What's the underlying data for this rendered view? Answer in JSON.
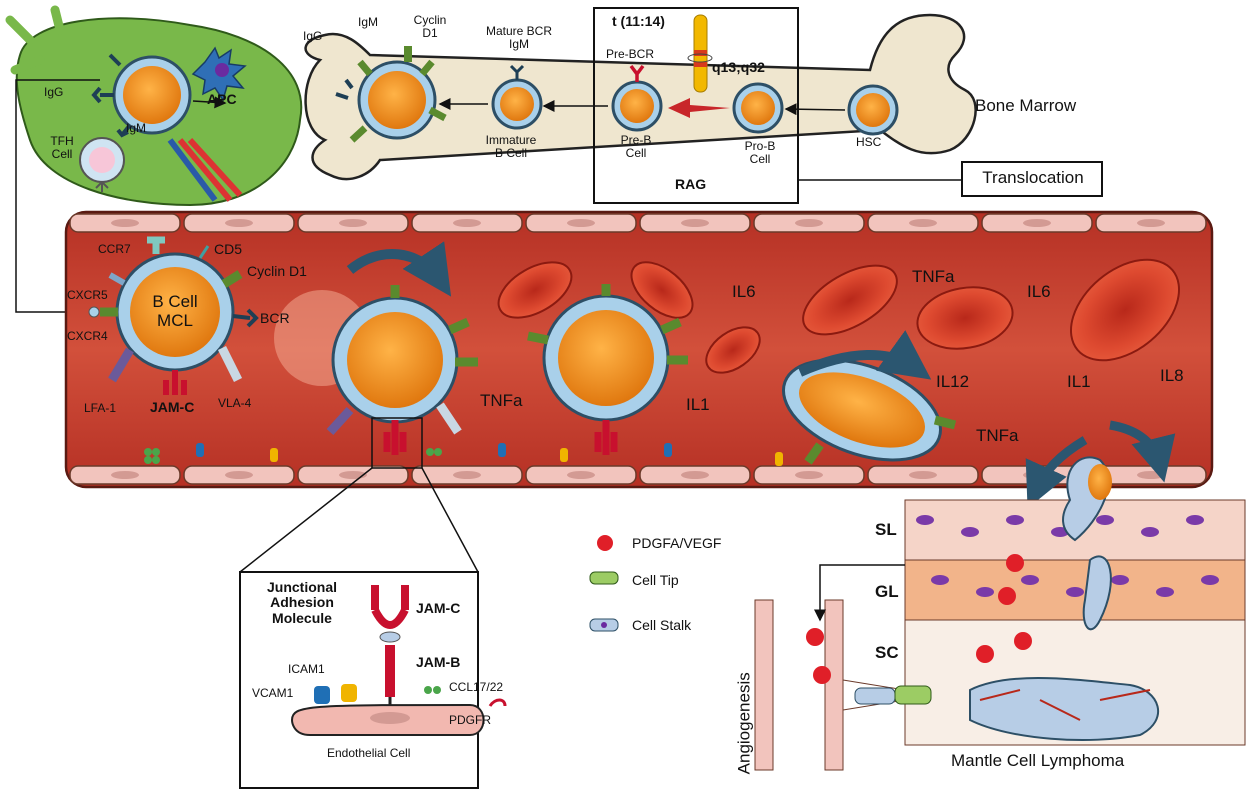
{
  "bone": {
    "ig_g": "IgG",
    "ig_m": "IgM",
    "cyclin_d1": "Cyclin\nD1",
    "mature_bcr": "Mature BCR\nIgM",
    "immature": "Immature\nB Cell",
    "pre_bcr": "Pre-BCR",
    "pre_b": "Pre-B\nCell",
    "pro_b": "Pro-B\nCell",
    "hsc": "HSC",
    "bone_marrow": "Bone Marrow"
  },
  "translocation": {
    "t_label": "t (11:14)",
    "locus": "q13;q32",
    "rag": "RAG",
    "box_label": "Translocation"
  },
  "lymph": {
    "ig_g": "IgG",
    "ig_m": "IgM",
    "apc": "APC",
    "tfh": "TFH\nCell"
  },
  "vessel": {
    "ccr7": "CCR7",
    "cd5": "CD5",
    "cyclin_d1": "Cyclin D1",
    "cxcr5": "CXCR5",
    "cxcr4": "CXCR4",
    "bcr": "BCR",
    "mcl": "B Cell\nMCL",
    "lfa1": "LFA-1",
    "jam_c": "JAM-C",
    "vla4": "VLA-4",
    "tnfa1": "TNFa",
    "il1a": "IL1",
    "il6a": "IL6",
    "tnfa2": "TNFa",
    "il6b": "IL6",
    "il12": "IL12",
    "il1b": "IL1",
    "il8": "IL8",
    "tnfa3": "TNFa"
  },
  "inset": {
    "title": "Junctional\nAdhesion\nMolecule",
    "jam_c": "JAM-C",
    "jam_b": "JAM-B",
    "icam1": "ICAM1",
    "vcam1": "VCAM1",
    "ccl": "CCL17/22",
    "pdgfr": "PDGFR",
    "endothelial": "Endothelial Cell"
  },
  "legend": {
    "pdgfa": "PDGFA/VEGF",
    "tip": "Cell Tip",
    "stalk": "Cell Stalk"
  },
  "tissue": {
    "sl": "SL",
    "gl": "GL",
    "sc": "SC",
    "angio": "Angiogenesis",
    "mcl": "Mantle Cell Lymphoma"
  },
  "colors": {
    "vessel": "#c9412f",
    "endothelium": "#f2c4bd",
    "bone": "#efe6cf",
    "lymph_node": "#7cba4a",
    "nucleus": "#f08a1c",
    "membrane": "#a9d0ea",
    "rbc": "#d63a26"
  }
}
